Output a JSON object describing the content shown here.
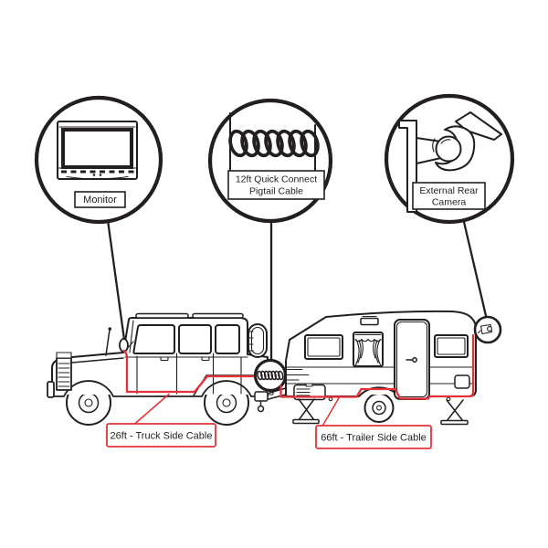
{
  "diagram": {
    "background": "#FFFFFF",
    "colors": {
      "line": "#231F20",
      "cable": "#E53238",
      "bg": "#FFFFFF"
    },
    "callouts": [
      {
        "id": "monitor",
        "icon": "monitor-icon",
        "label": "Monitor"
      },
      {
        "id": "pigtail",
        "icon": "coiled-cable-icon",
        "label_line1": "12ft Quick Connect",
        "label_line2": "Pigtail Cable"
      },
      {
        "id": "rear-camera",
        "icon": "rear-camera-icon",
        "label_line1": "External Rear",
        "label_line2": "Camera"
      }
    ],
    "cable_labels": [
      {
        "id": "truck-side",
        "text": "26ft - Truck Side Cable"
      },
      {
        "id": "trailer-side",
        "text": "66ft - Trailer Side Cable"
      }
    ],
    "icons": [
      "monitor-icon",
      "coiled-cable-icon",
      "rear-camera-icon",
      "quick-connect-coil-icon",
      "trailer-camera-icon"
    ]
  }
}
